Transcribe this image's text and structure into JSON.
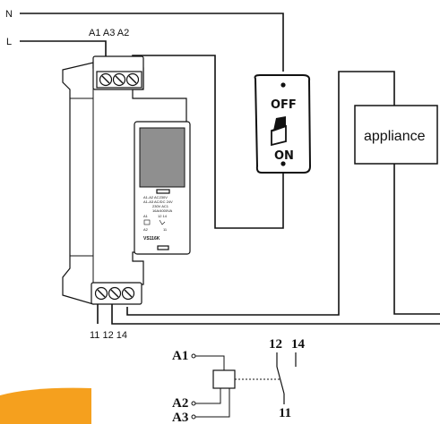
{
  "wiring": {
    "neutral_label": "N",
    "live_label": "L",
    "top_terminals_label": "A1 A3 A2",
    "bottom_terminals_label": "11 12 14"
  },
  "switch": {
    "off_label": "OFF",
    "on_label": "ON"
  },
  "appliance": {
    "label": "appliance"
  },
  "relay": {
    "front_text": [
      "A1-A2 AC230V",
      "A1-A3 AC/DC 24V",
      "230V AC1",
      "16A/4000VA"
    ],
    "pin_numbers": [
      "A1",
      "12 14",
      "A2",
      "11"
    ],
    "model_label": "VS116K"
  },
  "schematic": {
    "a1_label": "A1",
    "a2_label": "A2",
    "a3_label": "A3",
    "contact_12_label": "12",
    "contact_14_label": "14",
    "contact_11_label": "11"
  },
  "colors": {
    "wire": "#111111",
    "relay_window": "#8f8f8f",
    "corner_badge": "#f5a01e"
  }
}
